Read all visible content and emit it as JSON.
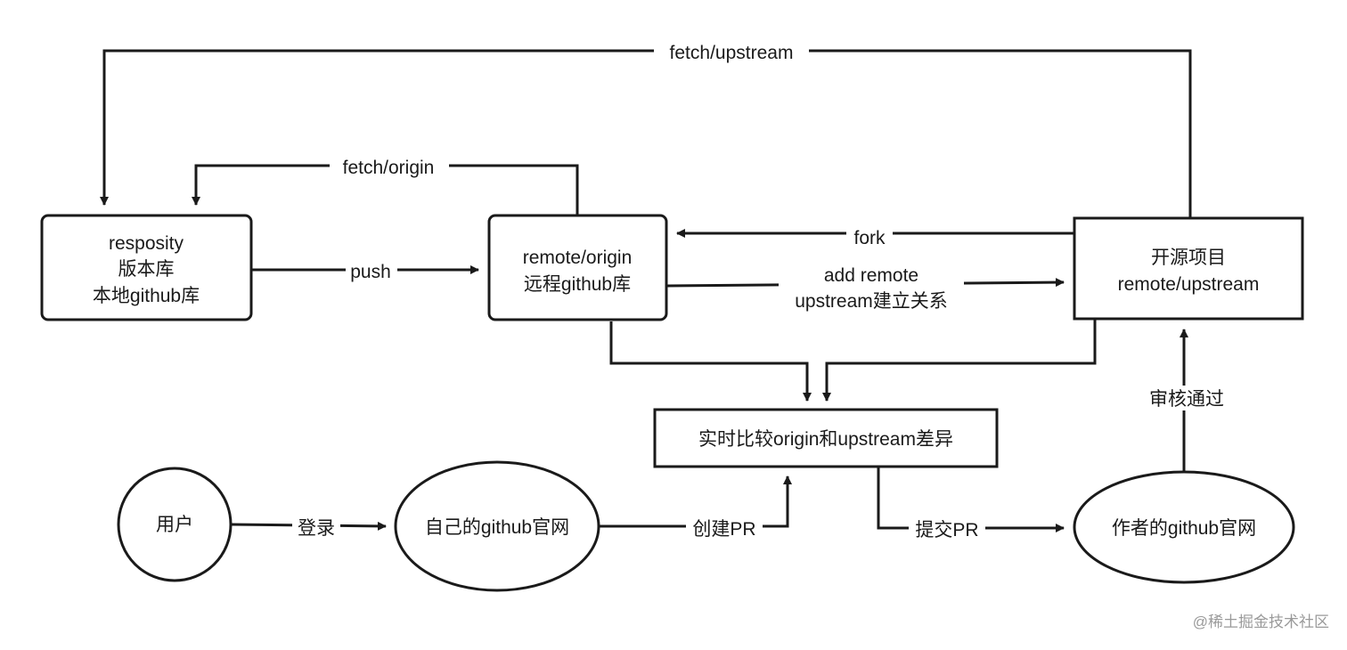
{
  "nodes": {
    "local_repo": {
      "lines": [
        "resposity",
        "版本库",
        "本地github库"
      ]
    },
    "origin_repo": {
      "lines": [
        "remote/origin",
        "远程github库"
      ]
    },
    "upstream_repo": {
      "lines": [
        "开源项目",
        "remote/upstream"
      ]
    },
    "compare": {
      "lines": [
        "实时比较origin和upstream差异"
      ]
    },
    "user": {
      "lines": [
        "用户"
      ]
    },
    "own_site": {
      "lines": [
        "自己的github官网"
      ]
    },
    "author_site": {
      "lines": [
        "作者的github官网"
      ]
    }
  },
  "edges": {
    "fetch_upstream": {
      "lines": [
        "fetch/upstream"
      ]
    },
    "fetch_origin": {
      "lines": [
        "fetch/origin"
      ]
    },
    "push": {
      "lines": [
        "push"
      ]
    },
    "fork": {
      "lines": [
        "fork"
      ]
    },
    "add_remote": {
      "lines": [
        "add remote",
        "upstream建立关系"
      ]
    },
    "login": {
      "lines": [
        "登录"
      ]
    },
    "create_pr": {
      "lines": [
        "创建PR"
      ]
    },
    "submit_pr": {
      "lines": [
        "提交PR"
      ]
    },
    "review": {
      "lines": [
        "审核通过"
      ]
    }
  },
  "watermark": "@稀土掘金技术社区"
}
